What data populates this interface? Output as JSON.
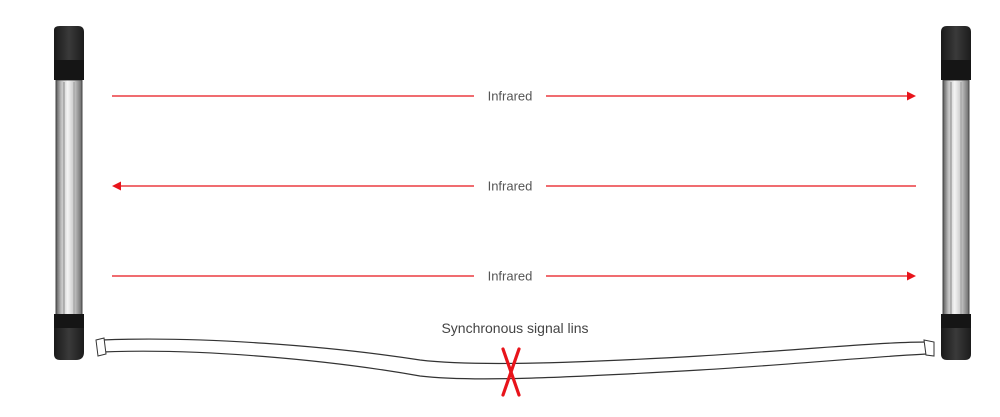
{
  "colors": {
    "beam": "#e8141b",
    "break_mark": "#e8141b",
    "post_cap": "#2b2b2b",
    "post_tube": "#d9d9d9",
    "cable": "#333333"
  },
  "beams": [
    {
      "label": "Infrared",
      "direction": "left-to-right"
    },
    {
      "label": "Infrared",
      "direction": "right-to-left"
    },
    {
      "label": "Infrared",
      "direction": "left-to-right"
    }
  ],
  "cable": {
    "label": "Synchronous signal lins",
    "status": "cut",
    "break_icon": "x-cut-icon"
  },
  "posts": [
    {
      "side": "left",
      "icon": "infrared-transmitter-post-icon"
    },
    {
      "side": "right",
      "icon": "infrared-receiver-post-icon"
    }
  ]
}
